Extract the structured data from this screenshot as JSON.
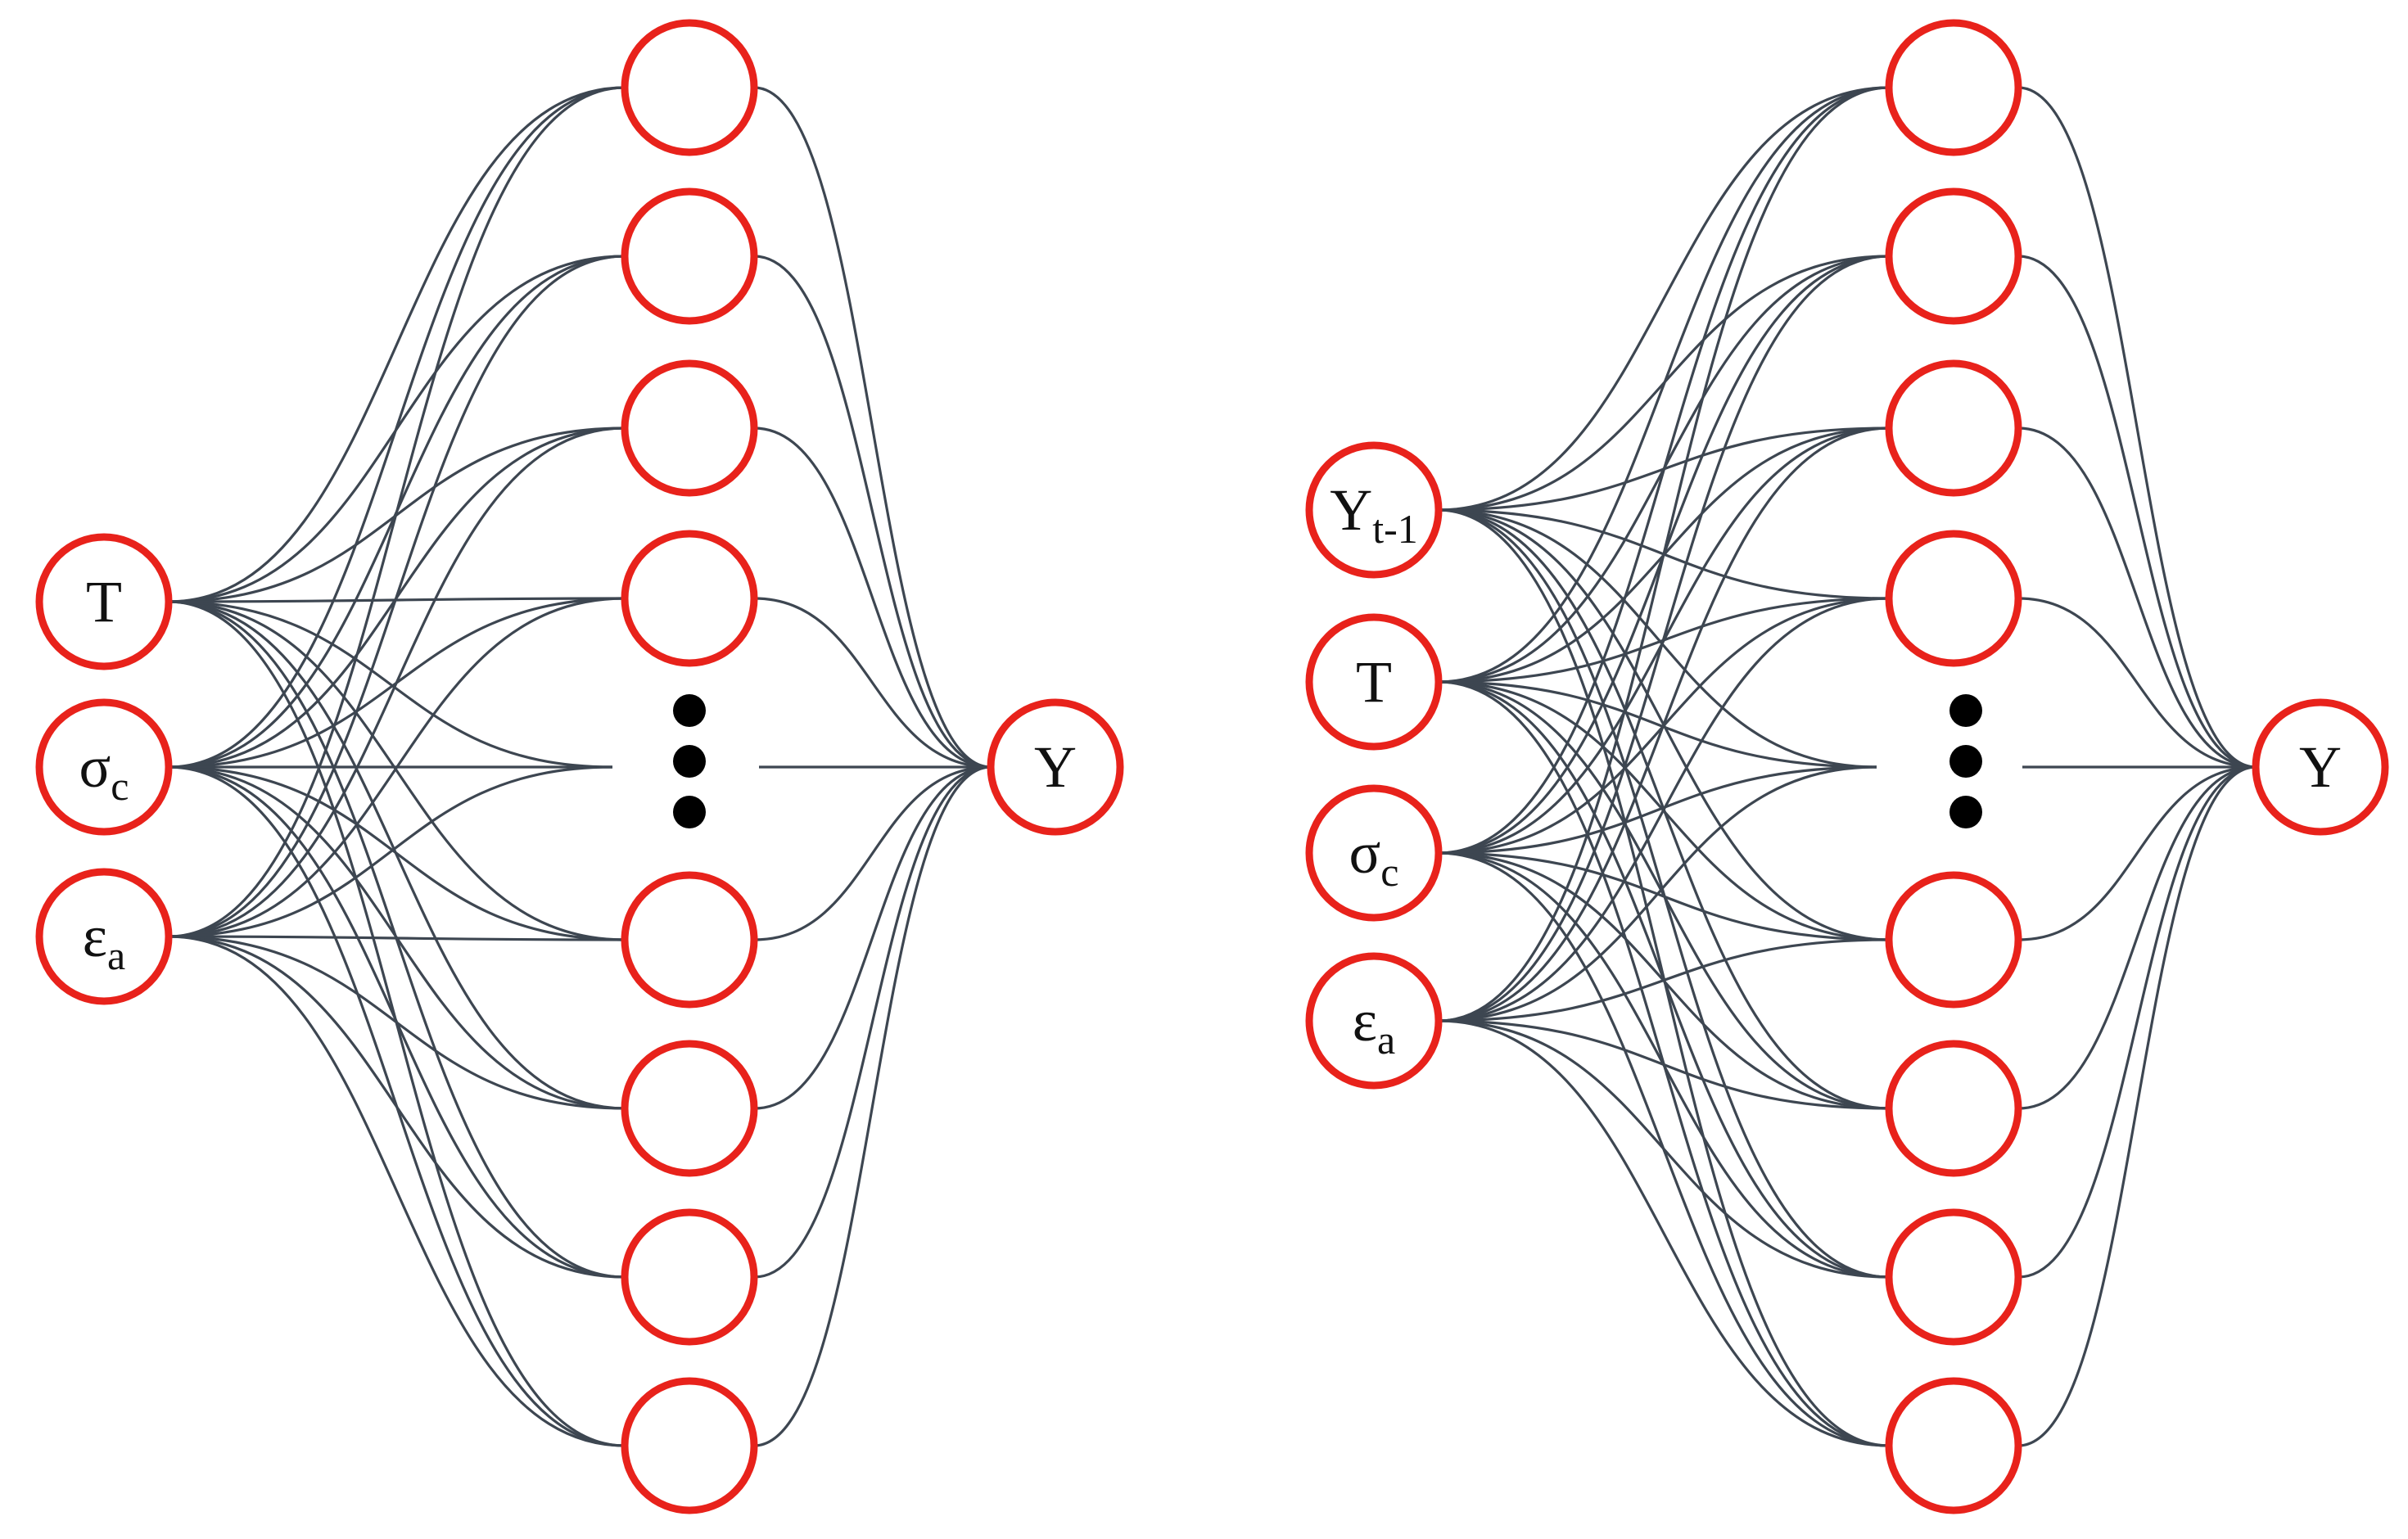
{
  "colors": {
    "node_stroke": "#e8221b",
    "edge": "#3d4651",
    "dot": "#000000",
    "text": "#111111"
  },
  "networks": [
    {
      "id": "left",
      "inputs": [
        {
          "base": "T",
          "sub": ""
        },
        {
          "base": "σ",
          "sub": "c"
        },
        {
          "base": "ε",
          "sub": "a"
        }
      ],
      "hidden_count": 8,
      "ellipsis_after_index": 3,
      "output": {
        "base": "Y",
        "sub": ""
      }
    },
    {
      "id": "right",
      "inputs": [
        {
          "base": "Y",
          "sub": "t-1"
        },
        {
          "base": "T",
          "sub": ""
        },
        {
          "base": "σ",
          "sub": "c"
        },
        {
          "base": "ε",
          "sub": "a"
        }
      ],
      "hidden_count": 8,
      "ellipsis_after_index": 3,
      "output": {
        "base": "Y",
        "sub": ""
      }
    }
  ]
}
